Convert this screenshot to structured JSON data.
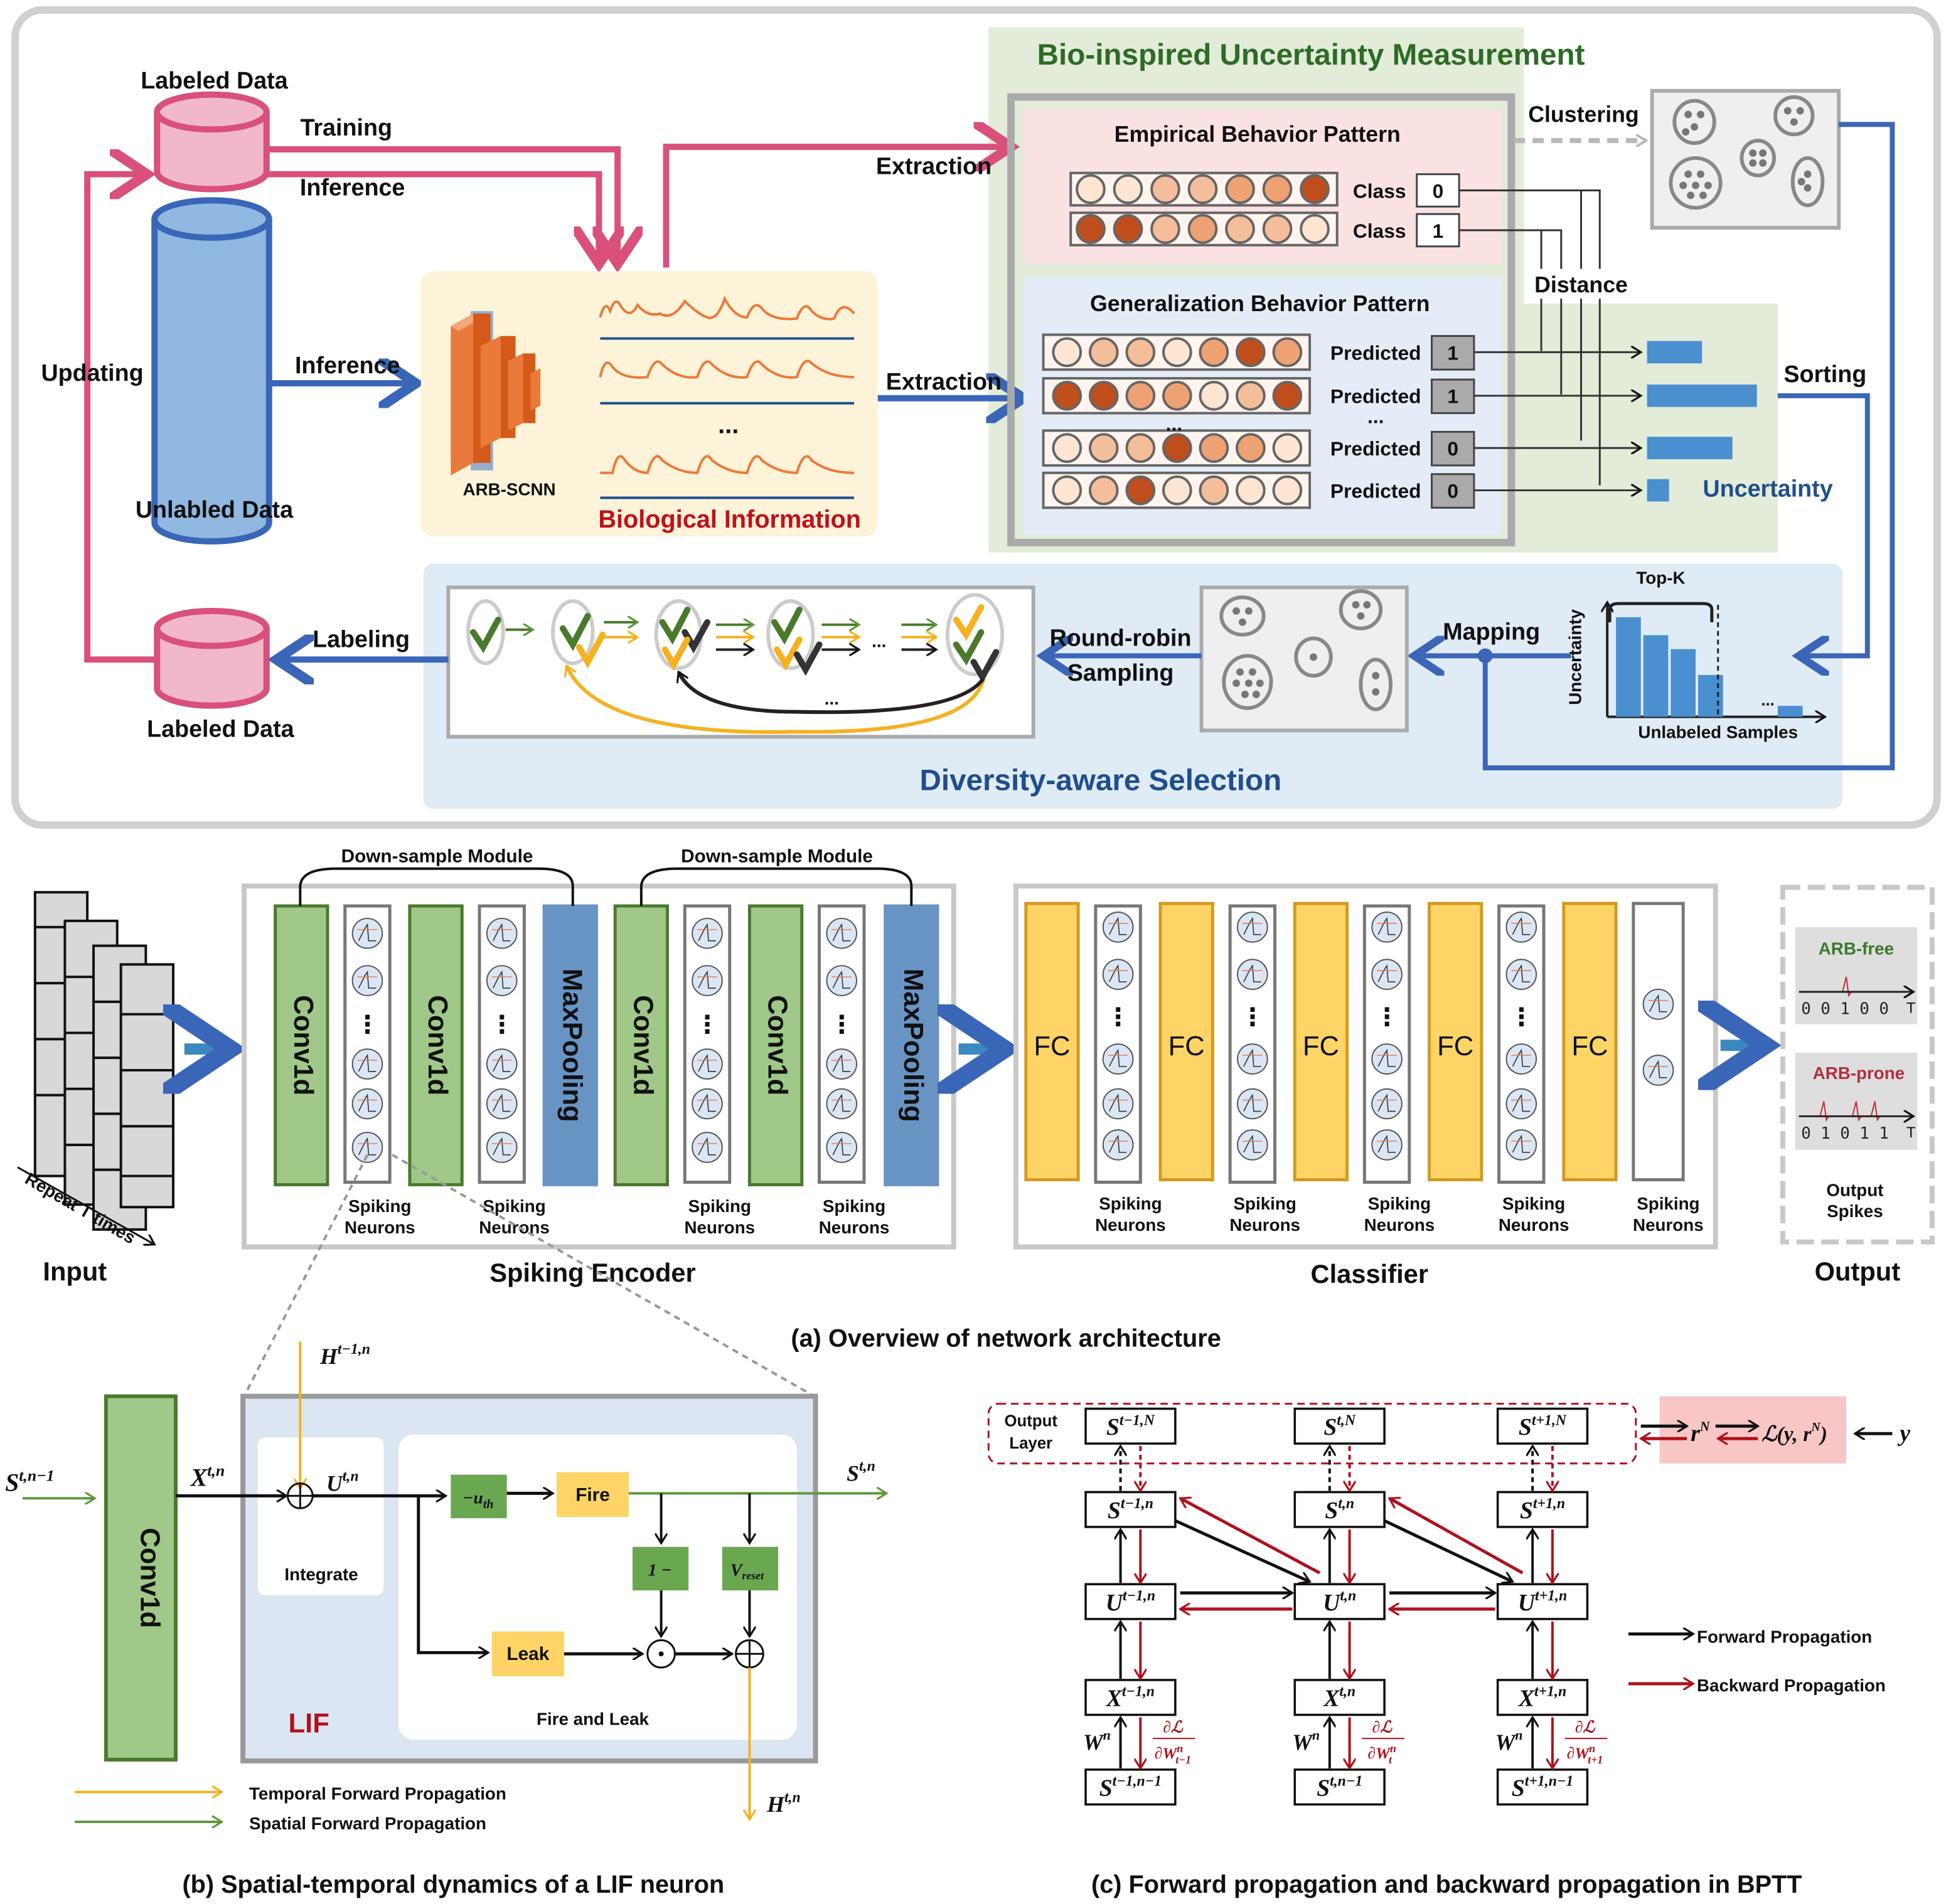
{
  "top_panel": {
    "labeled_data_top": "Labeled Data",
    "unlabeled_data": "Unlabled Data",
    "labeled_data_bottom": "Labeled Data",
    "training": "Training",
    "inference_top": "Inference",
    "inference_mid": "Inference",
    "updating": "Updating",
    "labeling": "Labeling",
    "extraction_top": "Extraction",
    "extraction_mid": "Extraction",
    "model_name": "ARB-SCNN",
    "bio_info": "Biological Information",
    "ellipsis": "...",
    "bio_title": "Bio-inspired Uncertainty Measurement",
    "empirical_title": "Empirical Behavior Pattern",
    "generalization_title": "Generalization Behavior Pattern",
    "class_label": "Class",
    "class_values": [
      "0",
      "1"
    ],
    "predicted_label": "Predicted",
    "predicted_values": [
      "1",
      "1",
      "0",
      "0"
    ],
    "clustering": "Clustering",
    "distance": "Distance",
    "sorting": "Sorting",
    "uncertainty": "Uncertainty",
    "uncertainty_bars": [
      0.45,
      0.9,
      0.7,
      0.18
    ],
    "diversity_title": "Diversity-aware Selection",
    "round_robin_1": "Round-robin",
    "round_robin_2": "Sampling",
    "mapping": "Mapping",
    "top_k": "Top-K",
    "axis_y": "Uncertainty",
    "axis_x": "Unlabeled Samples",
    "sorted_bars": [
      1.0,
      0.82,
      0.68,
      0.42,
      0.11
    ],
    "colors": {
      "pink": "#d9507a",
      "blue": "#3a66b8",
      "green_title": "#2e6b26",
      "navy_title": "#1f4e8c",
      "bio_red": "#c0101c"
    }
  },
  "architecture": {
    "caption": "(a) Overview of network architecture",
    "input_label": "Input",
    "repeat_label": "Repeat T times",
    "downsample_label": "Down-sample Module",
    "conv_label": "Conv1d",
    "maxpool_label": "MaxPooling",
    "fc_label": "FC",
    "spiking_1": "Spiking",
    "spiking_2": "Neurons",
    "encoder_label": "Spiking Encoder",
    "classifier_label": "Classifier",
    "output_label": "Output",
    "arb_free": "ARB-free",
    "arb_free_spikes": "0 0 1 0 0",
    "arb_prone": "ARB-prone",
    "arb_prone_spikes": "0 1 0 1 1",
    "time_axis": "T",
    "output_spikes_1": "Output",
    "output_spikes_2": "Spikes",
    "vdots": "⋮"
  },
  "lif": {
    "caption": "(b) Spatial-temporal dynamics of a LIF neuron",
    "s_in": "S",
    "s_in_sup": "t,n−1",
    "x": "X",
    "x_sup": "t,n",
    "u": "U",
    "u_sup": "t,n",
    "h_prev": "H",
    "h_prev_sup": "t−1,n",
    "h_out": "H",
    "h_out_sup": "t,n",
    "s_out": "S",
    "s_out_sup": "t,n",
    "conv": "Conv1d",
    "integrate": "Integrate",
    "fire_leak": "Fire and Leak",
    "lif": "LIF",
    "threshold": "−u",
    "threshold_sub": "th",
    "fire": "Fire",
    "leak": "Leak",
    "one_minus": "1 −",
    "vreset": "V",
    "vreset_sub": "reset",
    "legend_temporal": "Temporal Forward Propagation",
    "legend_spatial": "Spatial Forward Propagation"
  },
  "bptt": {
    "caption": "(c) Forward propagation and backward propagation in BPTT",
    "output_layer_1": "Output",
    "output_layer_2": "Layer",
    "columns": [
      {
        "sN": "t−1,N",
        "sn": "t−1,n",
        "un": "t−1,n",
        "xn": "t−1,n",
        "sprev": "t−1,n−1",
        "grad_sub": "t−1"
      },
      {
        "sN": "t,N",
        "sn": "t,n",
        "un": "t,n",
        "xn": "t,n",
        "sprev": "t,n−1",
        "grad_sub": "t"
      },
      {
        "sN": "t+1,N",
        "sn": "t+1,n",
        "un": "t+1,n",
        "xn": "t+1,n",
        "sprev": "t+1,n−1",
        "grad_sub": "t+1"
      }
    ],
    "w": "W",
    "w_sup": "n",
    "grad_num": "∂ℒ",
    "grad_den": "∂W",
    "grad_den_sup": "n",
    "r": "r",
    "r_sup": "N",
    "loss": "ℒ(y, r",
    "loss_close": ")",
    "y": "y",
    "legend_forward": "Forward Propagation",
    "legend_backward": "Backward Propagation"
  }
}
